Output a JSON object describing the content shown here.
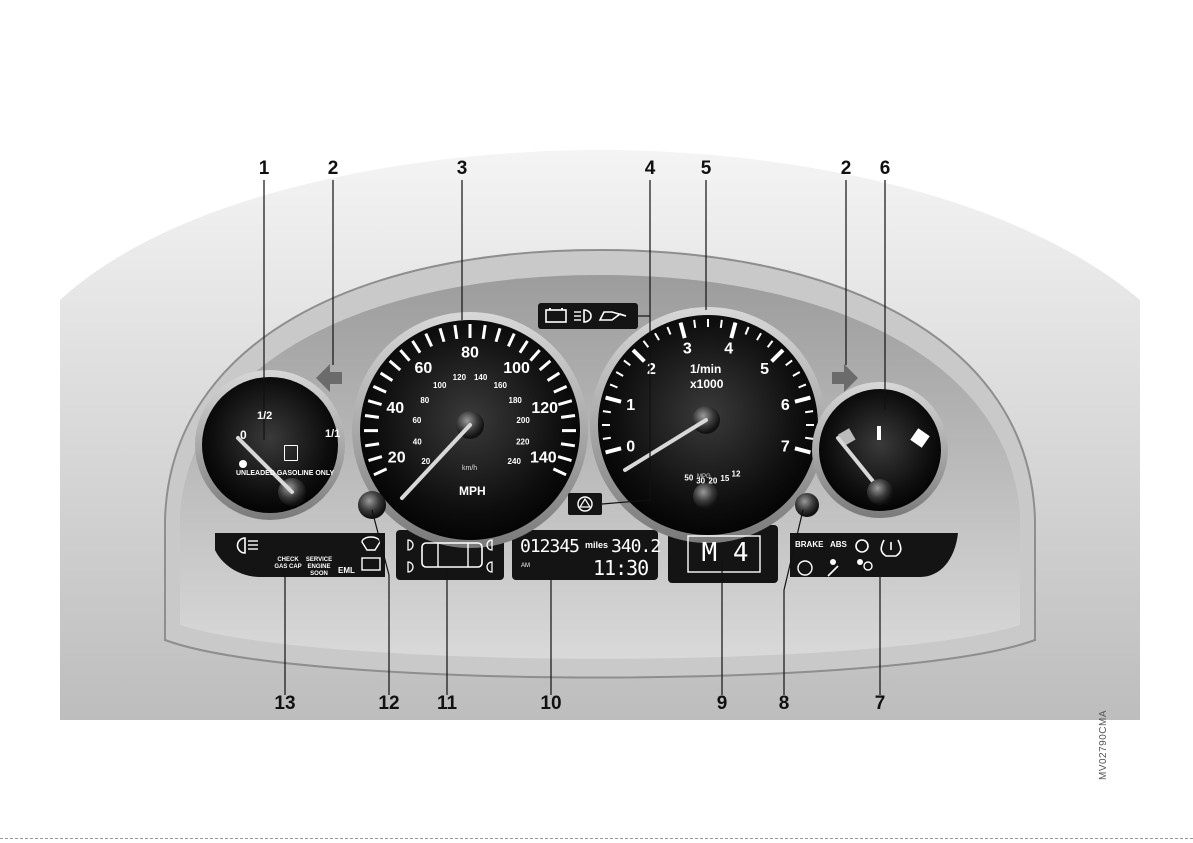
{
  "callouts_top": [
    "1",
    "2",
    "3",
    "4",
    "5",
    "2",
    "6"
  ],
  "callouts_bottom": [
    "13",
    "12",
    "11",
    "10",
    "9",
    "8",
    "7"
  ],
  "figure_code": "MV02790CMA",
  "fuel_gauge": {
    "ticks": [
      "0",
      "1/2",
      "1/1"
    ],
    "legend": "UNLEADED GASOLINE ONLY",
    "icon": "fuel-pump-icon"
  },
  "speedometer": {
    "mph_ticks": [
      "20",
      "40",
      "60",
      "80",
      "100",
      "120",
      "140"
    ],
    "kmh_ticks": [
      "20",
      "40",
      "60",
      "80",
      "100",
      "120",
      "140",
      "160",
      "180",
      "200",
      "220",
      "240"
    ],
    "unit_kmh": "km/h",
    "unit_mph": "MPH"
  },
  "tachometer": {
    "ticks": [
      "0",
      "1",
      "2",
      "3",
      "4",
      "5",
      "6",
      "7"
    ],
    "unit_line1": "1/min",
    "unit_line2": "x1000",
    "economy_ticks": [
      "50",
      "30",
      "20",
      "15",
      "12"
    ],
    "economy_unit": "MPG"
  },
  "warning_strip_top": {
    "icons": [
      "battery-icon",
      "high-beam-icon",
      "oil-can-icon"
    ]
  },
  "temp_gauge": {
    "icon": "coolant-temperature-icon"
  },
  "left_panel": {
    "check_gas_cap": "CHECK GAS CAP",
    "service_engine_soon": "SERVICE ENGINE SOON",
    "eml": "EML",
    "icons": [
      "rear-fog-light-icon",
      "washer-fluid-icon",
      "battery-charge-icon"
    ]
  },
  "odometer": {
    "mileage": "012345",
    "unit": "miles",
    "trip": "340.2",
    "prefix": "AM",
    "time": "11:30"
  },
  "gear_display": {
    "text": "M 4"
  },
  "right_panel": {
    "brake": "BRAKE",
    "abs": "ABS",
    "icons": [
      "light-failure-icon",
      "tire-pressure-icon",
      "cruise-control-icon",
      "seatbelt-icon",
      "airbag-icon"
    ]
  },
  "center_lower_warning": {
    "icon": "warning-triangle-icon"
  }
}
